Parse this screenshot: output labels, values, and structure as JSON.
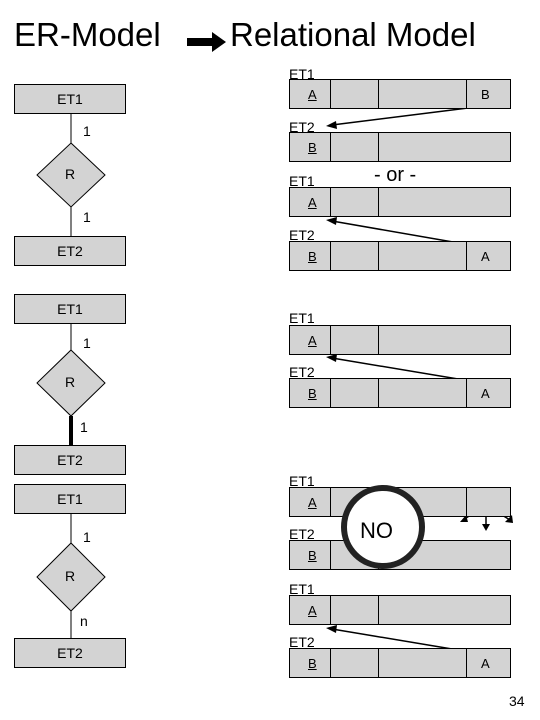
{
  "title": {
    "left": "ER-Model",
    "right": "Relational Model"
  },
  "er": {
    "d1": {
      "et1": "ET1",
      "card1": "1",
      "rel": "R",
      "card2": "1",
      "et2": "ET2"
    },
    "d2": {
      "et1": "ET1",
      "card1": "1",
      "rel": "R",
      "card2": "1",
      "et2": "ET2"
    },
    "d3": {
      "et1": "ET1",
      "card1": "1",
      "rel": "R",
      "card2": "n",
      "et2": "ET2"
    }
  },
  "rel": {
    "g1": {
      "t1_name": "ET1",
      "t1_key": "A",
      "t1_fk": "B",
      "t2_name": "ET2",
      "t2_key": "B"
    },
    "or_label": "- or -",
    "g2": {
      "t1_name": "ET1",
      "t1_key": "A",
      "t2_name": "ET2",
      "t2_key": "B",
      "t2_fk": "A"
    },
    "g3": {
      "t1_name": "ET1",
      "t1_key": "A",
      "t2_name": "ET2",
      "t2_key": "B",
      "t2_fk": "A"
    },
    "g4": {
      "t1_name": "ET1",
      "t1_key": "A",
      "t2_name": "ET2",
      "t2_key": "B",
      "no_label": "NO"
    },
    "g5": {
      "t1_name": "ET1",
      "t1_key": "A",
      "t2_name": "ET2",
      "t2_key": "B",
      "t2_fk": "A"
    }
  },
  "page_number": "34"
}
